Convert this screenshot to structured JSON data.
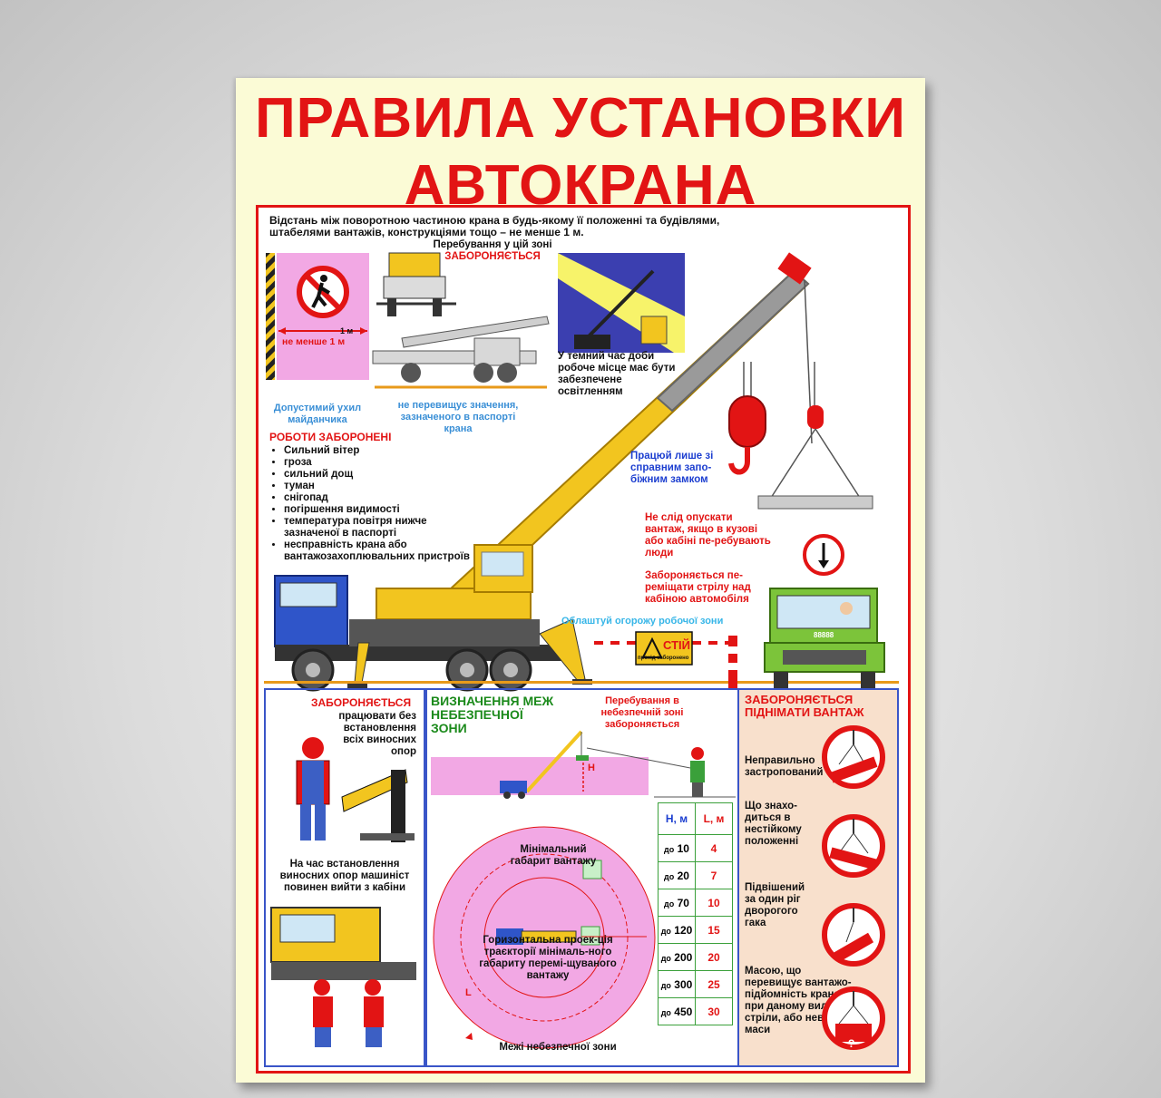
{
  "title": {
    "line1": "ПРАВИЛА УСТАНОВКИ",
    "line2": "АВТОКРАНА"
  },
  "intro": {
    "line1": "Відстань між поворотною частиною крана в будь-якому її положенні та будівлями,",
    "line2": "штабелями вантажів, конструкціями тощо – не менше 1 м."
  },
  "zone": {
    "line1": "Перебування у цій зоні",
    "line2": "ЗАБОРОНЯЄТЬСЯ"
  },
  "distance": {
    "small": "1 м",
    "main": "не менше 1 м"
  },
  "night": "У темний час доби робоче місце має бути забезпечене освітленням",
  "slope": {
    "left": "Допустимий ухил майданчика",
    "right": "не перевищує значення, зазначеного в паспорті крана"
  },
  "works": {
    "heading": "РОБОТИ ЗАБОРОНЕНІ",
    "items": [
      "Сильний вітер",
      "гроза",
      "сильний дощ",
      "туман",
      "снігопад",
      "погіршення видимості",
      "температура повітря нижче зазначеної в паспорті",
      "несправність крана або вантажозахоплювальних пристроїв"
    ]
  },
  "hook_note": "Працюй лише зі справним запо-біжним замком",
  "no_lower": "Не слід опускати вантаж, якщо в кузові або кабіні пе-ребувають люди",
  "no_boom": "Забороняється пе-реміщати стрілу над кабіною автомобіля",
  "fence_note": "Облаштуй огорожу робочої зони",
  "stop_sign": {
    "word": "СТІЙ",
    "sub": "прохід заборонено"
  },
  "truck_plate": "88888",
  "outriggers": {
    "heading": "ЗАБОРОНЯЄТЬСЯ",
    "text": "працювати без встановлення всіх виносних опор",
    "note": "На час встановлення виносних опор машиніст повинен вийти з кабіни"
  },
  "danger_zone": {
    "heading": "ВИЗНАЧЕННЯ МЕЖ НЕБЕЗПЕЧНОЇ ЗОНИ",
    "stay": "Перебування в небезпечній зоні забороняється",
    "min_size": "Мінімальний габарит вантажу",
    "projection": "Горизонтальна проек-ція траєкторії мінімаль-ного габариту перемі-щуваного вантажу",
    "bounds": "Межі небезпечної зони",
    "h_letter": "H",
    "l_letter": "L"
  },
  "hl_table": {
    "head_h": "H, м",
    "head_l": "L, м",
    "prefix": "до",
    "rows": [
      {
        "h": "10",
        "l": "4"
      },
      {
        "h": "20",
        "l": "7"
      },
      {
        "h": "70",
        "l": "10"
      },
      {
        "h": "120",
        "l": "15"
      },
      {
        "h": "200",
        "l": "20"
      },
      {
        "h": "300",
        "l": "25"
      },
      {
        "h": "450",
        "l": "30"
      }
    ]
  },
  "lifting": {
    "heading": "ЗАБОРОНЯЄТЬСЯ ПІДНІМАТИ ВАНТАЖ",
    "items": [
      "Неправильно застропований",
      "Що знахо-диться в нестійкому положенні",
      "Підвішений за один ріг дворогого гака",
      "Масою, що перевищує вантажо-підйомність крана при даному вильоті стріли, або невідомої маси"
    ],
    "question": "?"
  },
  "colors": {
    "red": "#e21414",
    "blue": "#1d3fd0",
    "green": "#1b8a1b",
    "yellow": "#f2c51f",
    "poster_bg": "#fbfbd6"
  }
}
